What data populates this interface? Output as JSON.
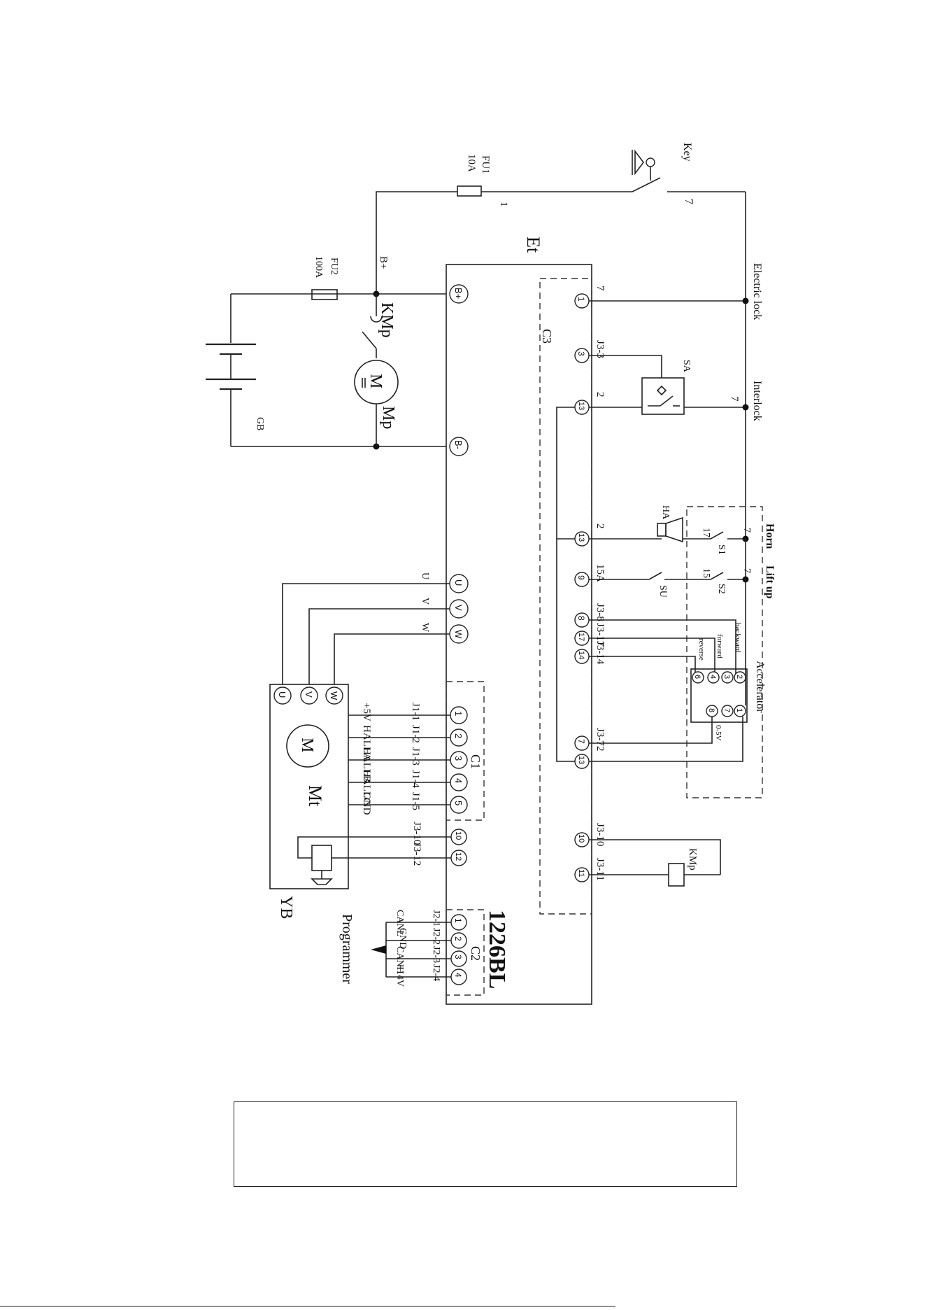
{
  "diagram": {
    "controller_label": "1226BL",
    "controller_ref": "Et",
    "connector_c1": "C1",
    "connector_c2": "C2",
    "connector_c3": "C3",
    "power": {
      "fuse1_ref": "FU1",
      "fuse1_rating": "10A",
      "fuse2_ref": "FU2",
      "fuse2_rating": "100A",
      "wire1": "1",
      "wire7": "7",
      "key": "Key",
      "bplus": "B+",
      "bplus_pin": "B+",
      "bminus_pin": "B-",
      "battery": "GB",
      "pump_contactor": "KMp",
      "pump_motor_ref": "Mp",
      "motor_symbol": "M"
    },
    "c3_pins": [
      {
        "pin": "1",
        "wire": "7"
      },
      {
        "pin": "3",
        "wire": "J3-3"
      },
      {
        "pin": "13",
        "wire": "2"
      },
      {
        "pin": "13",
        "wire": "2"
      },
      {
        "pin": "9",
        "wire": "15A"
      },
      {
        "pin": "8",
        "wire": "J3-8"
      },
      {
        "pin": "17",
        "wire": "J3-17"
      },
      {
        "pin": "14",
        "wire": "J3-14"
      },
      {
        "pin": "7",
        "wire": "J3-7"
      },
      {
        "pin": "13",
        "wire": "2"
      },
      {
        "pin": "10",
        "wire": "J3-10"
      },
      {
        "pin": "11",
        "wire": "J3-11"
      }
    ],
    "right_side": {
      "electric_lock": "Electric lock",
      "interlock": "Interlock",
      "interlock_wire": "7",
      "seat_switch": "SA",
      "horn": "Horn",
      "horn_ref": "HA",
      "lift_up": "Lift up",
      "s1": "S1",
      "s2": "S2",
      "s1_wire_left": "17",
      "s1_wire_right": "7",
      "s2_wire_left": "15",
      "s2_wire_right": "7",
      "su": "SU",
      "accelerator": "Accelerator",
      "reverse": "reverse",
      "forward": "forward",
      "backward": "backward",
      "acc_pins": [
        "6",
        "4",
        "3",
        "2",
        "8",
        "7",
        "1"
      ],
      "acc_range": "0-5V",
      "kmp_coil": "KMp"
    },
    "phase_pins": [
      "U",
      "V",
      "W"
    ],
    "phase_wires": [
      "U",
      "V",
      "W"
    ],
    "traction_motor": {
      "ref": "Mt",
      "symbol": "M",
      "terminals": [
        "U",
        "V",
        "W"
      ]
    },
    "c1_pins": [
      {
        "pin": "1",
        "wire": "J1-1",
        "signal": "+5V"
      },
      {
        "pin": "2",
        "wire": "J1-2",
        "signal": "HALLA"
      },
      {
        "pin": "3",
        "wire": "J1-3",
        "signal": "HALLB"
      },
      {
        "pin": "4",
        "wire": "J1-4",
        "signal": "HALLC"
      },
      {
        "pin": "5",
        "wire": "J1-5",
        "signal": "GND"
      }
    ],
    "brake_pins": [
      {
        "pin": "10",
        "wire": "J3-10"
      },
      {
        "pin": "12",
        "wire": "J3-12"
      }
    ],
    "brake_ref": "YB",
    "c2_pins": [
      {
        "pin": "1",
        "wire": "J2-1",
        "signal": "CANL"
      },
      {
        "pin": "2",
        "wire": "J2-2",
        "signal": "GND"
      },
      {
        "pin": "3",
        "wire": "J2-3",
        "signal": "CANH"
      },
      {
        "pin": "4",
        "wire": "J2-4",
        "signal": "+14V"
      }
    ],
    "programmer": "Programmer"
  }
}
